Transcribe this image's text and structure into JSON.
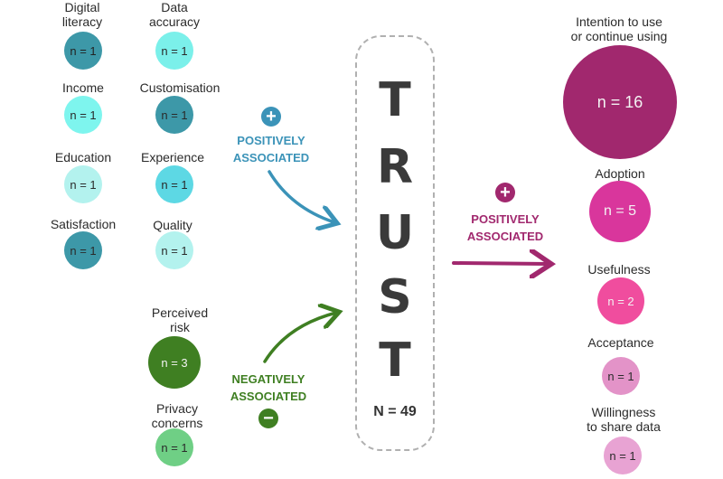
{
  "trust": {
    "letters": [
      "T",
      "R",
      "U",
      "S",
      "T"
    ],
    "total": "N = 49"
  },
  "positive_left": {
    "sign": "+",
    "line1": "POSITIVELY",
    "line2": "ASSOCIATED",
    "color": "#3b93b8"
  },
  "negative_left": {
    "sign": "−",
    "line1": "NEGATIVELY",
    "line2": "ASSOCIATED",
    "color": "#3f7f22"
  },
  "positive_right": {
    "sign": "+",
    "line1": "POSITIVELY",
    "line2": "ASSOCIATED",
    "color": "#a1286e"
  },
  "antecedents": [
    {
      "line1": "Digital",
      "line2": "literacy",
      "n": "n = 1",
      "color": "#3d98a8"
    },
    {
      "line1": "Data",
      "line2": "accuracy",
      "n": "n = 1",
      "color": "#7bf0ea"
    },
    {
      "line1": "Income",
      "line2": "",
      "n": "n = 1",
      "color": "#7ef5ee"
    },
    {
      "line1": "Customisation",
      "line2": "",
      "n": "n = 1",
      "color": "#3d98a8"
    },
    {
      "line1": "Education",
      "line2": "",
      "n": "n = 1",
      "color": "#b3f2ee"
    },
    {
      "line1": "Experience",
      "line2": "",
      "n": "n = 1",
      "color": "#5dd8e4"
    },
    {
      "line1": "Satisfaction",
      "line2": "",
      "n": "n = 1",
      "color": "#3d98a8"
    },
    {
      "line1": "Quality",
      "line2": "",
      "n": "n = 1",
      "color": "#b3f2ee"
    }
  ],
  "negatives": [
    {
      "line1": "Perceived",
      "line2": "risk",
      "n": "n = 3",
      "color": "#3f7f22"
    },
    {
      "line1": "Privacy",
      "line2": "concerns",
      "n": "n = 1",
      "color": "#6fcf85"
    }
  ],
  "outcomes": [
    {
      "line1": "Intention to use",
      "line2": "or continue using",
      "n": "n = 16",
      "color": "#a1286e"
    },
    {
      "line1": "Adoption",
      "line2": "",
      "n": "n = 5",
      "color": "#d9369c"
    },
    {
      "line1": "Usefulness",
      "line2": "",
      "n": "n = 2",
      "color": "#f04d9e"
    },
    {
      "line1": "Acceptance",
      "line2": "",
      "n": "n = 1",
      "color": "#e393c8"
    },
    {
      "line1": "Willingness",
      "line2": "to share data",
      "n": "n = 1",
      "color": "#e8a3d3"
    }
  ]
}
